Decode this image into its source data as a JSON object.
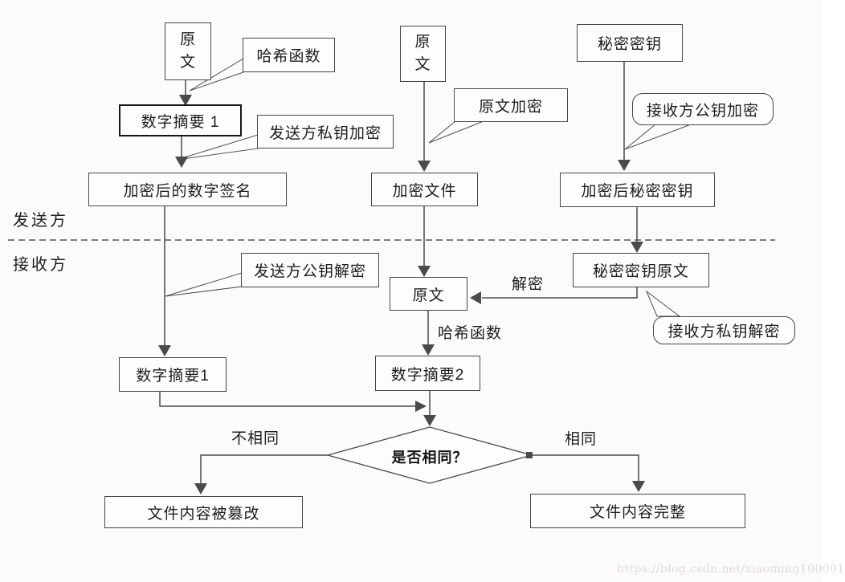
{
  "diagram": {
    "zones": {
      "sender": "发送方",
      "receiver": "接收方"
    },
    "nodes": {
      "original_sender": "原文",
      "hash_fn_callout": "哈希函数",
      "digest1_sender": "数字摘要 1",
      "sender_private_encrypt": "发送方私钥加密",
      "encrypted_signature": "加密后的数字签名",
      "original_mid": "原文",
      "original_encrypt": "原文加密",
      "encrypted_file": "加密文件",
      "secret_key": "秘密密钥",
      "receiver_public_encrypt": "接收方公钥加密",
      "encrypted_secret_key": "加密后秘密密钥",
      "sender_public_decrypt": "发送方公钥解密",
      "original_receiver": "原文",
      "secret_key_original": "秘密密钥原文",
      "receiver_private_decrypt": "接收方私钥解密",
      "digest1_receiver": "数字摘要1",
      "digest2": "数字摘要2",
      "tampered": "文件内容被篡改",
      "intact": "文件内容完整"
    },
    "labels": {
      "decrypt": "解密",
      "hash_function": "哈希函数",
      "not_same": "不相同",
      "same": "相同"
    },
    "decision": {
      "label": "是否相同？"
    },
    "watermark": "https://blog.csdn.net/xiaoming100001",
    "colors": {
      "background": "#fbfbfb",
      "line": "#4a4a4a",
      "box_border": "#474747",
      "text": "#1d1d1d",
      "watermark": "#e4dbd8"
    }
  }
}
